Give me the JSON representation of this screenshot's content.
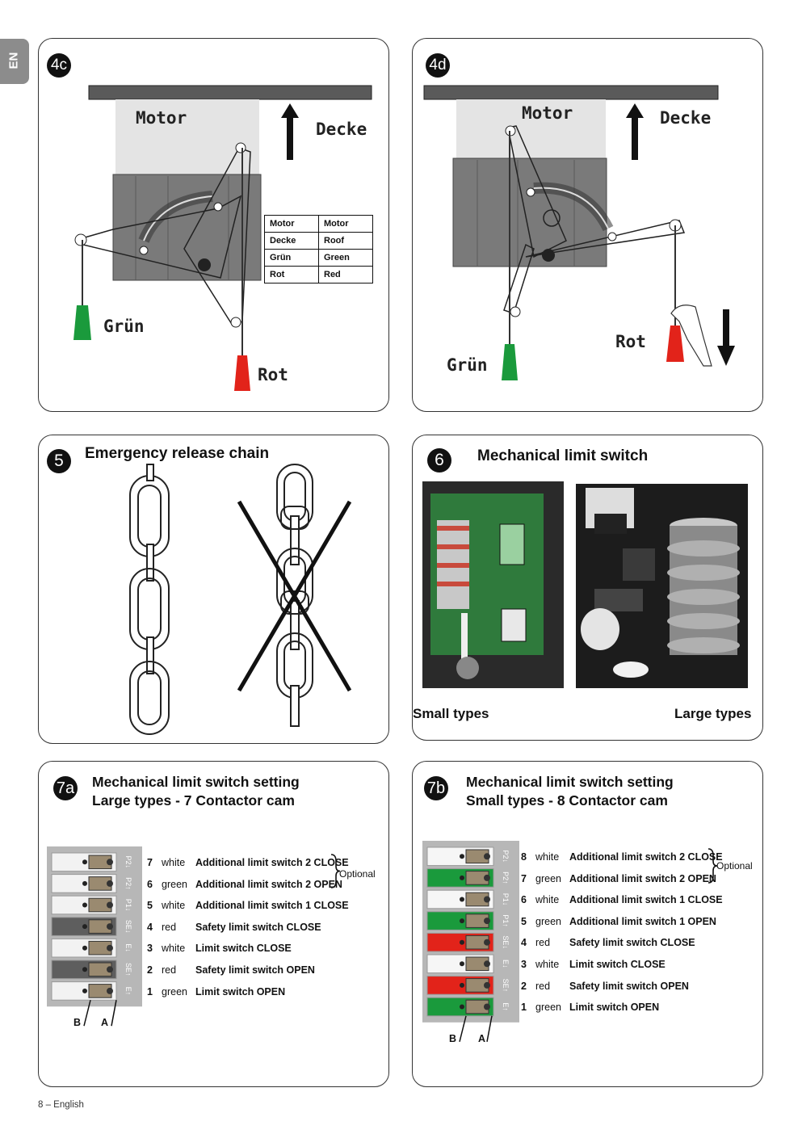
{
  "sidebar": {
    "lang": "EN"
  },
  "panel_4c": {
    "badge": "4c",
    "labels": {
      "motor": "Motor",
      "decke": "Decke",
      "gruen": "Grün",
      "rot": "Rot"
    },
    "legend": [
      [
        "Motor",
        "Motor"
      ],
      [
        "Decke",
        "Roof"
      ],
      [
        "Grün",
        "Green"
      ],
      [
        "Rot",
        "Red"
      ]
    ]
  },
  "panel_4d": {
    "badge": "4d",
    "labels": {
      "motor": "Motor",
      "decke": "Decke",
      "gruen": "Grün",
      "rot": "Rot"
    }
  },
  "panel_5": {
    "badge": "5",
    "title": "Emergency release chain"
  },
  "panel_6": {
    "badge": "6",
    "title": "Mechanical limit switch",
    "left_caption": "Small types",
    "right_caption": "Large types"
  },
  "panel_7a": {
    "badge": "7a",
    "title_line1": "Mechanical limit switch setting",
    "title_line2": "Large types - 7 Contactor cam",
    "rows": [
      {
        "num": "7",
        "color": "white",
        "desc": "Additional limit switch 2 CLOSE"
      },
      {
        "num": "6",
        "color": "green",
        "desc": "Additional limit switch 2 OPEN"
      },
      {
        "num": "5",
        "color": "white",
        "desc": "Additional limit switch 1 CLOSE"
      },
      {
        "num": "4",
        "color": "red",
        "desc": "Safety limit switch CLOSE"
      },
      {
        "num": "3",
        "color": "white",
        "desc": "Limit switch CLOSE"
      },
      {
        "num": "2",
        "color": "red",
        "desc": "Safety limit switch OPEN"
      },
      {
        "num": "1",
        "color": "green",
        "desc": "Limit switch OPEN"
      }
    ],
    "optional": "Optional",
    "side_labels": [
      "P2↓",
      "P2↑",
      "P1↓",
      "SE↓",
      "E↓",
      "SE↑",
      "E↑"
    ],
    "pointer_b": "B",
    "pointer_a": "A"
  },
  "panel_7b": {
    "badge": "7b",
    "title_line1": "Mechanical limit switch setting",
    "title_line2": "Small types - 8 Contactor cam",
    "rows": [
      {
        "num": "8",
        "color": "white",
        "desc": "Additional limit switch 2 CLOSE"
      },
      {
        "num": "7",
        "color": "green",
        "desc": "Additional limit switch 2 OPEN"
      },
      {
        "num": "6",
        "color": "white",
        "desc": "Additional limit switch 1 CLOSE"
      },
      {
        "num": "5",
        "color": "green",
        "desc": "Additional limit switch 1 OPEN"
      },
      {
        "num": "4",
        "color": "red",
        "desc": "Safety limit switch CLOSE"
      },
      {
        "num": "3",
        "color": "white",
        "desc": "Limit switch CLOSE"
      },
      {
        "num": "2",
        "color": "red",
        "desc": "Safety limit switch OPEN"
      },
      {
        "num": "1",
        "color": "green",
        "desc": "Limit switch OPEN"
      }
    ],
    "optional": "Optional",
    "side_labels": [
      "P2↓",
      "P2↑",
      "P1↓",
      "P1↑",
      "SE↓",
      "E↓",
      "SE↑",
      "E↑"
    ],
    "pointer_b": "B",
    "pointer_a": "A"
  },
  "footer": {
    "text": "8 – English"
  },
  "colors": {
    "green": "#1a9a3c",
    "red": "#e2231a",
    "grey": "#6b6b6b",
    "light_grey": "#e2e2e2"
  }
}
